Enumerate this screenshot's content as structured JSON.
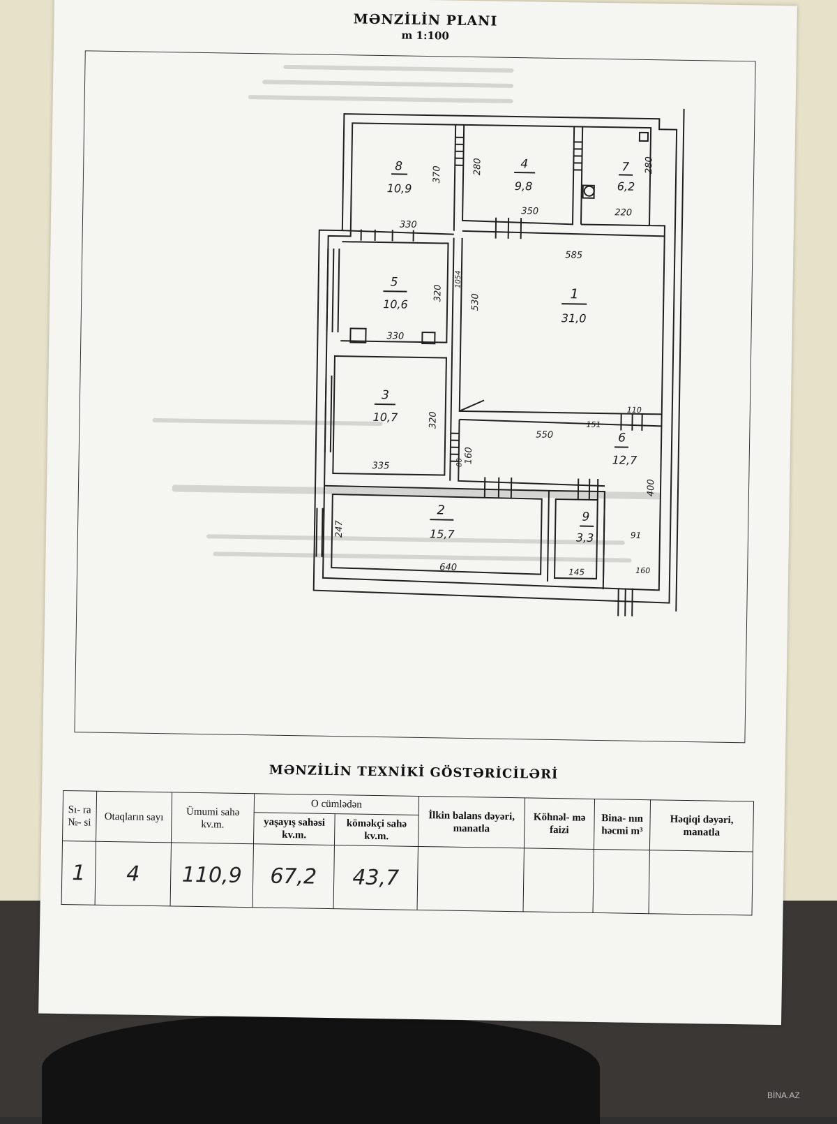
{
  "plan": {
    "title": "MƏNZİLİN PLANI",
    "scale": "m 1:100",
    "rooms": [
      {
        "number": "1",
        "area": "31,0"
      },
      {
        "number": "2",
        "area": "15,7"
      },
      {
        "number": "3",
        "area": "10,7"
      },
      {
        "number": "4",
        "area": "9,8"
      },
      {
        "number": "5",
        "area": "10,6"
      },
      {
        "number": "6",
        "area": "12,7"
      },
      {
        "number": "7",
        "area": "6,2"
      },
      {
        "number": "8",
        "area": "10,9"
      },
      {
        "number": "9",
        "area": "3,3"
      }
    ],
    "dimensions": [
      "330",
      "370",
      "280",
      "350",
      "220",
      "280",
      "320",
      "330",
      "585",
      "530",
      "320",
      "160",
      "335",
      "550",
      "110",
      "151",
      "400",
      "640",
      "145",
      "160",
      "247",
      "91",
      "80",
      "1054"
    ]
  },
  "tech": {
    "title": "MƏNZİLİN TEXNİKİ GÖSTƏRİCİLƏRİ",
    "headers": {
      "sira": "Sı- ra №- si",
      "otaq": "Otaqların sayı",
      "umumi": "Ümumi sahə kv.m.",
      "cumleden": "O cümlədən",
      "yasayis": "yaşayış sahəsi kv.m.",
      "komekci": "köməkçi sahə kv.m.",
      "ilkin": "İlkin balans dəyəri, manatla",
      "kohnelme": "Köhnəl- mə faizi",
      "bina": "Bina- nın həcmi m³",
      "heqiqi": "Həqiqi dəyəri, manatla"
    },
    "row": {
      "sira": "1",
      "otaq": "4",
      "umumi": "110,9",
      "yasayis": "67,2",
      "komekci": "43,7",
      "ilkin": "",
      "kohnelme": "",
      "bina": "",
      "heqiqi": ""
    }
  },
  "watermark": "BİNA.AZ"
}
